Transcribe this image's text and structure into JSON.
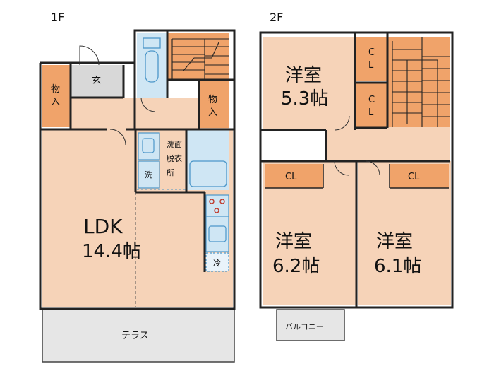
{
  "floors": {
    "first": {
      "label": "1F",
      "rooms": {
        "ldk_name": "LDK",
        "ldk_size": "14.4帖",
        "entrance": "玄",
        "storage_left": [
          "物",
          "入"
        ],
        "storage_right": [
          "物",
          "入"
        ],
        "washroom": [
          "洗面",
          "脱衣",
          "所"
        ],
        "washer": "洗",
        "fridge": "冷",
        "terrace": "テラス"
      }
    },
    "second": {
      "label": "2F",
      "rooms": {
        "room_a_name": "洋室",
        "room_a_size": "5.3帖",
        "room_b_name": "洋室",
        "room_b_size": "6.2帖",
        "room_c_name": "洋室",
        "room_c_size": "6.1帖",
        "closet_label": "CL",
        "closet_vertical": [
          "C",
          "L"
        ],
        "balcony": "バルコニー"
      }
    }
  },
  "colors": {
    "room_floor": "#f6d3b8",
    "storage": "#f0a36a",
    "wet_area": "#cfe6f4",
    "terrace": "#e6e6e6",
    "entrance": "#d8d8d8",
    "wall": "#222222"
  }
}
